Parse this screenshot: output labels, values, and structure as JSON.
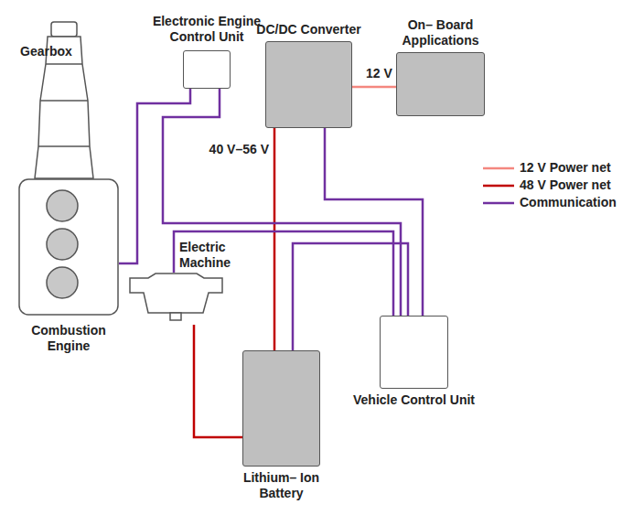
{
  "diagram": {
    "nodes": [
      {
        "text": [
          "Electronic Engine Control Unit"
        ]
      },
      {
        "text": [
          "DC/DC Converter"
        ]
      },
      {
        "text": [
          "On– Board Applications"
        ]
      },
      {
        "text": [
          "Combustion Engine"
        ]
      },
      {
        "text": [
          "Electric Machine"
        ]
      },
      {
        "text": [
          "Lithium– Ion Battery"
        ]
      },
      {
        "text": [
          "Vehicle Control Unit"
        ]
      }
    ],
    "edges": [
      {
        "from": 1,
        "to": 2,
        "label": "12 V",
        "arrow": "none"
      },
      {
        "from": 1,
        "to": 5,
        "label": "40 V–56 V",
        "arrow": "none"
      },
      {
        "from": 4,
        "to": 5,
        "arrow": "none"
      },
      {
        "from": 0,
        "to": 3,
        "arrow": "none"
      },
      {
        "from": 0,
        "to": 6,
        "arrow": "none"
      },
      {
        "from": 1,
        "to": 6,
        "arrow": "none"
      },
      {
        "from": 4,
        "to": 6,
        "arrow": "none"
      },
      {
        "from": 5,
        "to": 6,
        "arrow": "none"
      }
    ],
    "labels": [
      "Gearbox"
    ],
    "legend": [
      {
        "text": "12 V Power net"
      },
      {
        "text": "48 V Power net"
      },
      {
        "text": "Communication"
      }
    ]
  }
}
